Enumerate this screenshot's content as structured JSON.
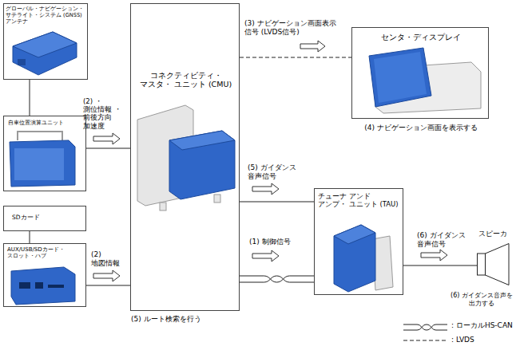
{
  "diagram": {
    "nodes": [
      {
        "text": [
          "グローバル・ナビゲーション・ サテライト・システム (GNSS) アンテナ"
        ]
      },
      {
        "text": [
          "自車位置演算ユニット"
        ]
      },
      {
        "text": [
          "SDカード"
        ]
      },
      {
        "text": [
          "AUX/USB/SDカード・ スロット・ハブ"
        ]
      },
      {
        "text": [
          "コネクティビティ・マスタ・ ユニット (CMU)",
          "(5) ルート検索を行う"
        ]
      },
      {
        "text": [
          "センタ・ディスプレイ",
          "(4) ナビゲーション画面を表示する"
        ]
      },
      {
        "text": [
          "チューナ アンド アンプ・ ユニット (TAU)"
        ]
      },
      {
        "text": [
          "スピーカ",
          "(6) ガイダンス音声を 出力する"
        ]
      }
    ],
    "edges": [
      {
        "from": 0,
        "to": 1,
        "arrow": "none"
      },
      {
        "from": 1,
        "to": 4,
        "label": "(2) ・測位情報 ・前後方向 加速度",
        "arrow": "none"
      },
      {
        "from": 2,
        "to": 3,
        "arrow": "none"
      },
      {
        "from": 3,
        "to": 4,
        "label": "(2) 地図情報",
        "arrow": "none"
      },
      {
        "from": 4,
        "to": 5,
        "label": "(3) ナビゲーション画面表示 信号 (LVDS信号)",
        "arrow": "none"
      },
      {
        "from": 4,
        "to": 6,
        "label": "(5) ガイダンス 音声信号",
        "arrow": "none"
      },
      {
        "from": 4,
        "to": 6,
        "label": "(1) 制御信号",
        "arrow": "none"
      },
      {
        "from": 6,
        "to": 7,
        "label": "(6) ガイダンス 音声信号",
        "arrow": "none"
      }
    ],
    "legend": [
      {
        "text": ": ローカルHS-CAN"
      },
      {
        "text": ": LVDS"
      }
    ]
  }
}
